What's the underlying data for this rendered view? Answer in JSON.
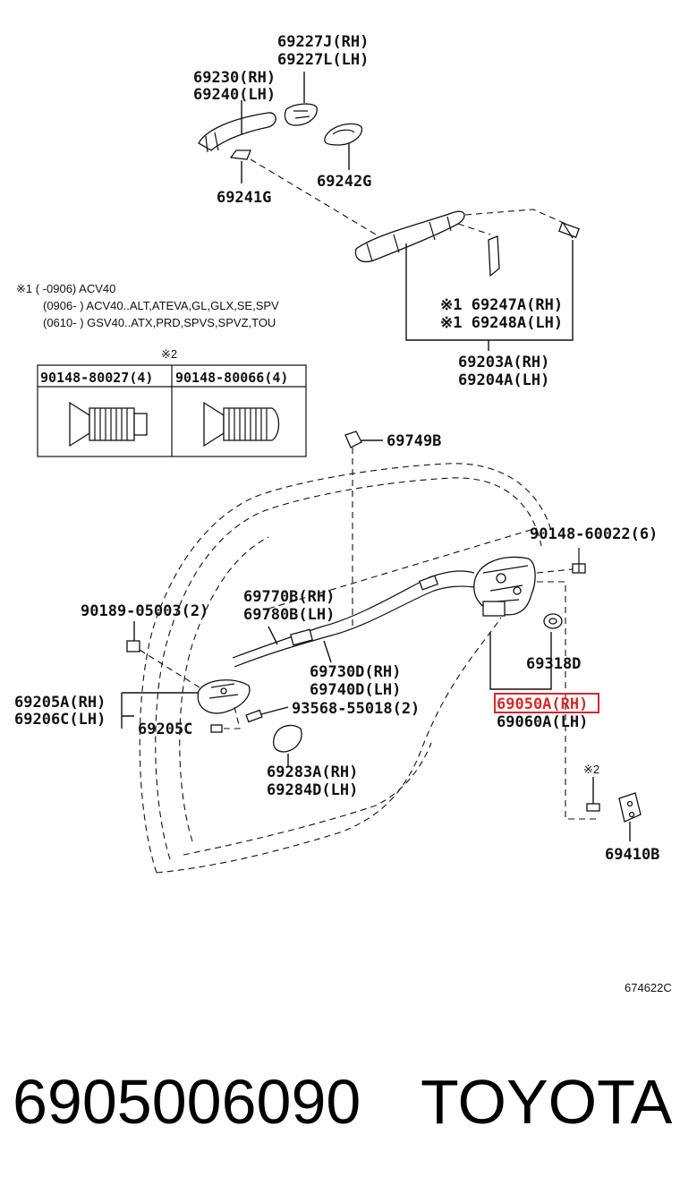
{
  "labels": {
    "p69227": [
      "69227J(RH)",
      "69227L(LH)"
    ],
    "p69230": [
      "69230(RH)",
      "69240(LH)"
    ],
    "p69241g": "69241G",
    "p69242g": "69242G",
    "p69247": [
      "※1 69247A(RH)",
      "※1 69248A(LH)"
    ],
    "p69203": [
      "69203A(RH)",
      "69204A(LH)"
    ],
    "p69749b": "69749B",
    "p90148_60022": "90148-60022(6)",
    "p90189": "90189-05003(2)",
    "p69770": [
      "69770B(RH)",
      "69780B(LH)"
    ],
    "p69318d": "69318D",
    "p69730": [
      "69730D(RH)",
      "69740D(LH)"
    ],
    "p69205a": [
      "69205A(RH)",
      "69206C(LH)"
    ],
    "p93568": "93568-55018(2)",
    "p69050": [
      "69050A(RH)",
      "69060A(LH)"
    ],
    "p69205c": "69205C",
    "p69283": [
      "69283A(RH)",
      "69284D(LH)"
    ],
    "p69410b": "69410B",
    "note2_small": "※2",
    "note2_box": "※2"
  },
  "notes": [
    "※1 (       -0906) ACV40",
    "(0906-       ) ACV40..ALT,ATEVA,GL,GLX,SE,SPV",
    "(0610-       ) GSV40..ATX,PRD,SPVS,SPVZ,TOU"
  ],
  "screw_box": {
    "left_label": "90148-80027(4)",
    "right_label": "90148-80066(4)"
  },
  "diagram_code": "674622C",
  "footer": {
    "part_number": "6905006090",
    "brand": "TOYOTA"
  },
  "highlight_color": "#d62828"
}
